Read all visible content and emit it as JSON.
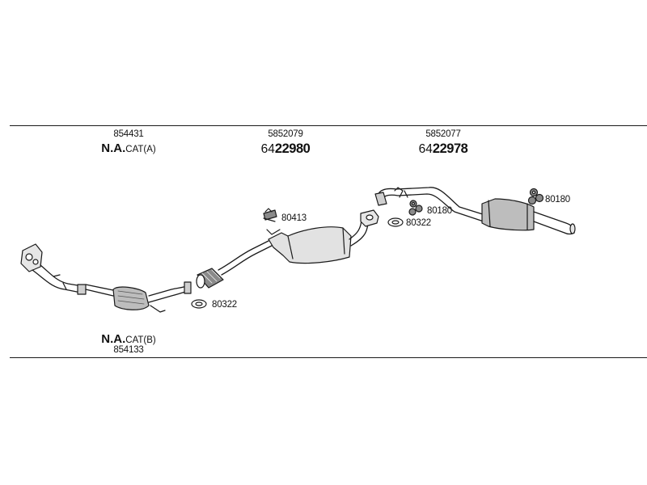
{
  "sections": [
    {
      "part_no": "854431",
      "head_bold": "N.A.",
      "head_normal": "CAT(A)"
    },
    {
      "part_no": "5852079",
      "prefix": "64",
      "number_bold": "22980"
    },
    {
      "part_no": "5852077",
      "prefix": "64",
      "number_bold": "22978"
    }
  ],
  "bottom_section": {
    "head_bold": "N.A.",
    "head_normal": "CAT(B)",
    "part_no": "854133"
  },
  "callouts": {
    "clamp_mid": "80413",
    "gasket_front": "80322",
    "hanger_rear": "80180",
    "gasket_rear": "80322",
    "hanger_tail": "80180"
  },
  "colors": {
    "line": "#1a1a1a",
    "fill_light": "#e2e2e2",
    "fill_mid": "#bdbdbd",
    "fill_dark": "#8a8a8a"
  }
}
